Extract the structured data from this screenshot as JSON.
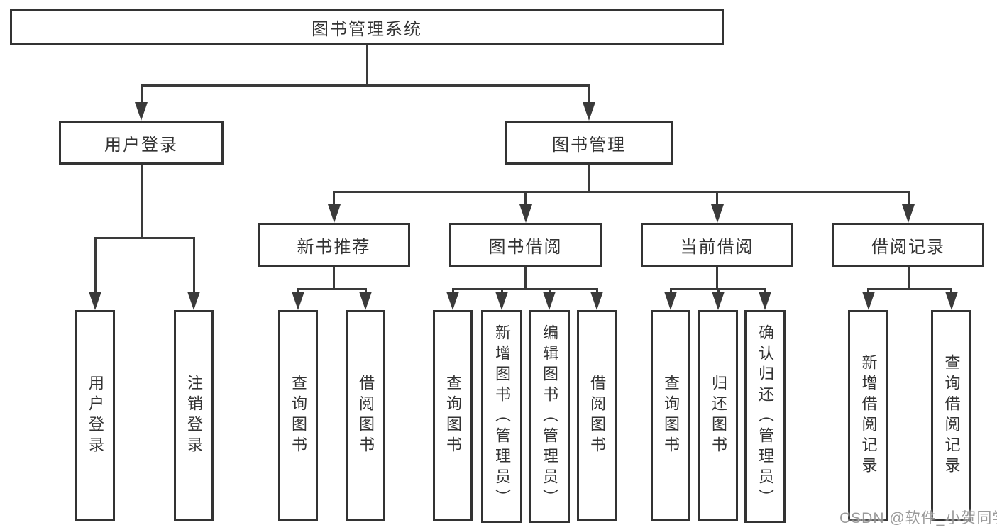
{
  "diagram": {
    "title": "图书管理系统",
    "nodes": [
      {
        "id": "library-system",
        "label": "图书管理系统"
      },
      {
        "id": "user-login-module",
        "label": "用户登录"
      },
      {
        "id": "book-management",
        "label": "图书管理"
      },
      {
        "id": "new-book-recommend",
        "label": "新书推荐"
      },
      {
        "id": "book-borrowing",
        "label": "图书借阅"
      },
      {
        "id": "current-borrowing",
        "label": "当前借阅"
      },
      {
        "id": "borrowing-records",
        "label": "借阅记录"
      },
      {
        "id": "user-login",
        "label": "用户登录"
      },
      {
        "id": "logout",
        "label": "注销登录"
      },
      {
        "id": "query-books-recommend",
        "label": "查询图书"
      },
      {
        "id": "borrow-books-recommend",
        "label": "借阅图书"
      },
      {
        "id": "query-books-borrow",
        "label": "查询图书"
      },
      {
        "id": "add-books-admin",
        "label": "新增图书（管理员）"
      },
      {
        "id": "edit-books-admin",
        "label": "编辑图书（管理员）"
      },
      {
        "id": "borrow-books-borrow",
        "label": "借阅图书"
      },
      {
        "id": "query-books-current",
        "label": "查询图书"
      },
      {
        "id": "return-books",
        "label": "归还图书"
      },
      {
        "id": "confirm-return-admin",
        "label": "确认归还（管理员）"
      },
      {
        "id": "add-borrow-record",
        "label": "新增借阅记录"
      },
      {
        "id": "query-borrow-record",
        "label": "查询借阅记录"
      }
    ],
    "edges": [
      {
        "from": "library-system",
        "to": [
          "user-login-module",
          "book-management"
        ]
      },
      {
        "from": "user-login-module",
        "to": [
          "user-login",
          "logout"
        ]
      },
      {
        "from": "book-management",
        "to": [
          "new-book-recommend",
          "book-borrowing",
          "current-borrowing",
          "borrowing-records"
        ]
      },
      {
        "from": "new-book-recommend",
        "to": [
          "query-books-recommend",
          "borrow-books-recommend"
        ]
      },
      {
        "from": "book-borrowing",
        "to": [
          "query-books-borrow",
          "add-books-admin",
          "edit-books-admin",
          "borrow-books-borrow"
        ]
      },
      {
        "from": "current-borrowing",
        "to": [
          "query-books-current",
          "return-books",
          "confirm-return-admin"
        ]
      },
      {
        "from": "borrowing-records",
        "to": [
          "add-borrow-record",
          "query-borrow-record"
        ]
      }
    ]
  },
  "watermark": {
    "text": "CSDN @软件_小贺同学"
  },
  "colors": {
    "line": "#3a3a3a",
    "box_border": "#333333",
    "text": "#333333",
    "background": "#ffffff",
    "watermark": "#909090"
  }
}
